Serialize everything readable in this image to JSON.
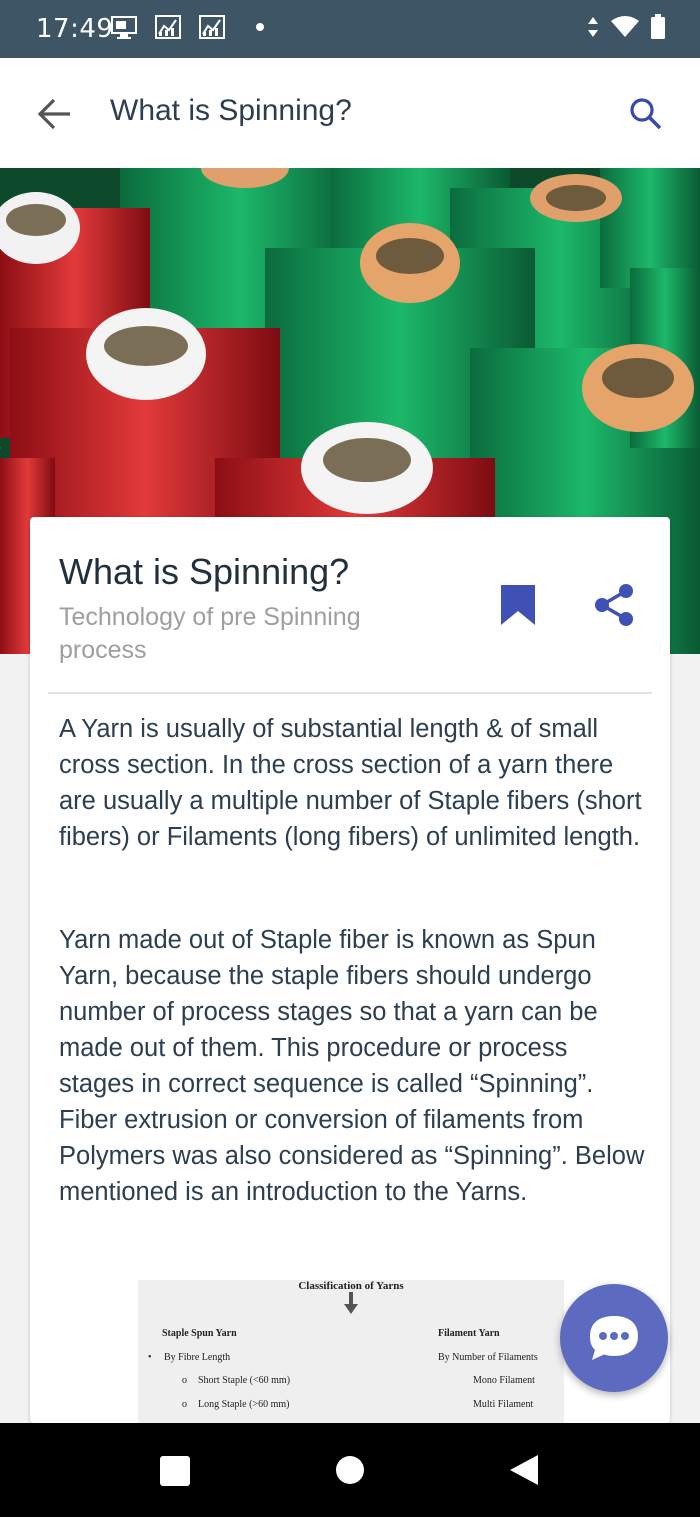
{
  "status_bar": {
    "time": "17:49",
    "icons_left": [
      "monitor-notification-icon",
      "chart-notification-icon",
      "chart-notification-icon",
      "dot-icon"
    ],
    "icons_right": [
      "data-arrows-icon",
      "wifi-icon",
      "battery-icon"
    ]
  },
  "app_bar": {
    "title": "What is Spinning?",
    "back_icon": "arrow-left-icon",
    "search_icon": "search-icon"
  },
  "article": {
    "title": "What is Spinning?",
    "subtitle": "Technology of pre Spinning process",
    "bookmark_icon": "bookmark-icon",
    "share_icon": "share-icon",
    "paragraphs": [
      "A Yarn is usually of substantial length & of small cross section. In the cross section of a yarn there are usually a multiple number of Staple fibers (short fibers) or Filaments (long fibers) of unlimited length.",
      "Yarn made out of Staple fiber is known as Spun Yarn, because the staple fibers should undergo number of process stages so that a yarn can be made out of them. This procedure or process stages in correct sequence is called “Spinning”. Fiber extrusion or conversion of filaments from Polymers was also considered as “Spinning”. Below mentioned is an introduction to the Yarns."
    ],
    "diagram": {
      "title": "Classification of Yarns",
      "left_heading": "Staple Spun Yarn",
      "left_item": "By Fibre Length",
      "left_sub": [
        "Short Staple (<60 mm)",
        "Long Staple (>60 mm)"
      ],
      "right_heading": "Filament Yarn",
      "right_item": "By Number of Filaments",
      "right_sub": [
        "Mono Filament",
        "Multi Filament"
      ]
    }
  },
  "fab": {
    "icon": "chat-icon"
  },
  "nav_bar": {
    "icons": [
      "recents-icon",
      "home-icon",
      "back-icon"
    ]
  },
  "colors": {
    "status_bar": "#3e5566",
    "accent": "#5c6bc0",
    "title_text": "#2c3e50",
    "subtitle_text": "#9e9e9e"
  }
}
